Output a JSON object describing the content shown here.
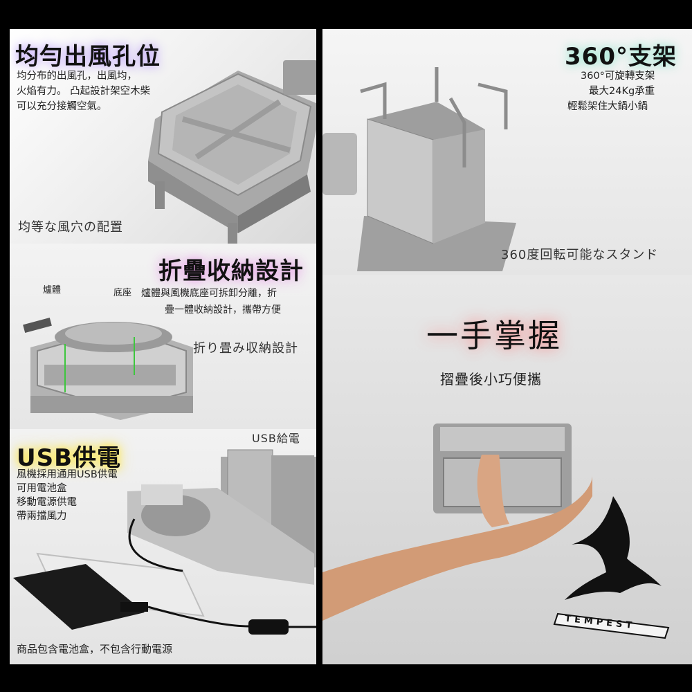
{
  "vent": {
    "title": "均勻出風孔位",
    "desc": [
      "均分布的出風孔，出風均，",
      "火焰有力。 凸起設計架空木柴",
      "可以充分接觸空氣。"
    ],
    "jp": "均等な風穴の配置"
  },
  "fold": {
    "title": "折疊收納設計",
    "label_body": "爐體",
    "label_base": "底座",
    "desc": [
      "爐體與風機底座可拆卸分離，折",
      "疊一體收納設計，攜帶方便"
    ],
    "jp": "折り畳み収納設計"
  },
  "usb": {
    "title": "USB供電",
    "jp": "USB給電",
    "desc": [
      "風機採用通用USB供電",
      "可用電池盒",
      "移動電源供電",
      "帶兩擋風力"
    ],
    "note": "商品包含電池盒，不包含行動電源"
  },
  "stand": {
    "title": "360°支架",
    "desc": [
      "360°可旋轉支架",
      "最大24Kg承重",
      "輕鬆架住大鍋小鍋"
    ],
    "jp": "360度回転可能なスタンド"
  },
  "hand": {
    "title": "一手掌握",
    "desc": "摺疊後小巧便攜"
  },
  "brand": {
    "logo_text": "TEMPEST"
  },
  "colors": {
    "frame": "#000000",
    "metal": "#b9b9b9",
    "accent_green": "#3ec63e"
  }
}
